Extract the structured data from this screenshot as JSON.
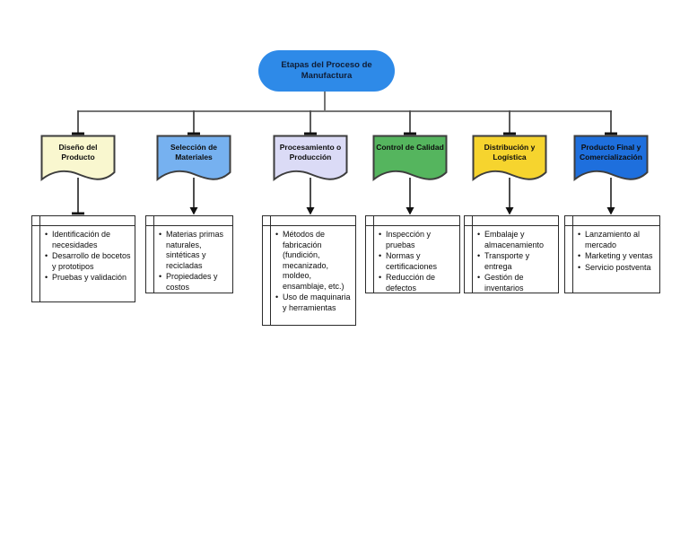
{
  "diagram": {
    "title": "Etapas del Proceso de Manufactura",
    "root_color": "#2e8ae8",
    "connector_color": "#757575",
    "branches": [
      {
        "label": "Diseño del Producto",
        "color": "#f9f7cf",
        "items": [
          "Identificación de necesidades",
          "Desarrollo de bocetos y prototipos",
          "Pruebas y validación"
        ]
      },
      {
        "label": "Selección de Materiales",
        "color": "#76b1f0",
        "items": [
          "Materias primas naturales, sintéticas y recicladas",
          "Propiedades y costos"
        ]
      },
      {
        "label": "Procesamiento o Producción",
        "color": "#dbdbf6",
        "items": [
          "Métodos de fabricación (fundición, mecanizado, moldeo, ensamblaje, etc.)",
          "Uso de maquinaria y herramientas"
        ]
      },
      {
        "label": "Control de Calidad",
        "color": "#55b55e",
        "items": [
          "Inspección y pruebas",
          "Normas y certificaciones",
          "Reducción de defectos"
        ]
      },
      {
        "label": "Distribución y Logística",
        "color": "#f6d42e",
        "items": [
          "Embalaje y almacenamiento",
          "Transporte y entrega",
          "Gestión de inventarios"
        ]
      },
      {
        "label": "Producto Final y Comercialización",
        "color": "#1e6fdd",
        "items": [
          "Lanzamiento al mercado",
          "Marketing y ventas",
          "Servicio postventa"
        ]
      }
    ]
  }
}
